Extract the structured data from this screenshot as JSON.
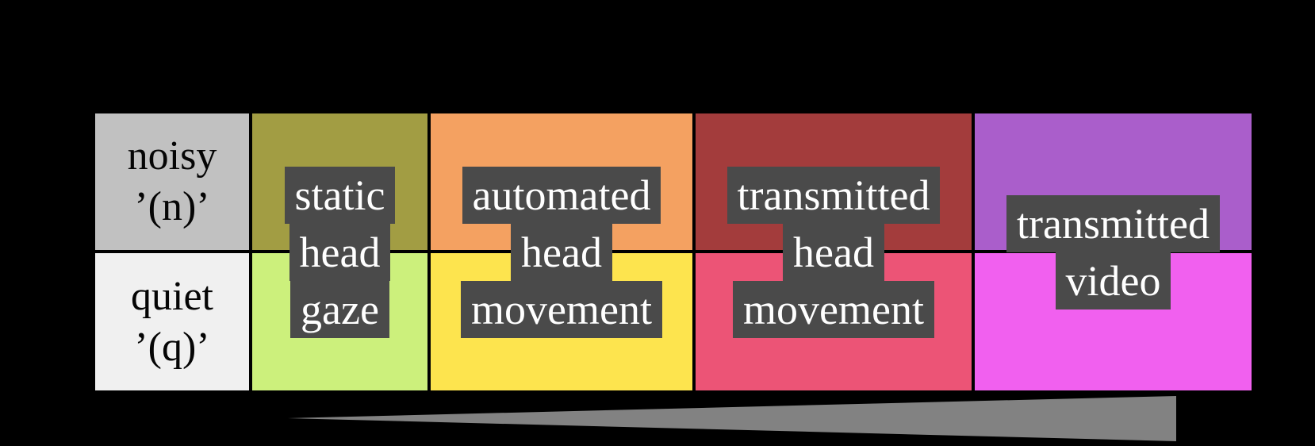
{
  "figure": {
    "description_rows": "noise condition rows",
    "row_headers": [
      {
        "id": "noisy",
        "lines": [
          "noisy",
          "’(n)’"
        ],
        "bg": "#c1c1c1"
      },
      {
        "id": "quiet",
        "lines": [
          "quiet",
          "’(q)’"
        ],
        "bg": "#f0f0f0"
      }
    ],
    "conditions": [
      {
        "id": "static-head-gaze",
        "label_lines": [
          "static",
          "head",
          "gaze"
        ],
        "noisy_color": "#a29d43",
        "quiet_color": "#ccf07c"
      },
      {
        "id": "automated-head-movement",
        "label_lines": [
          "automated",
          "head",
          "movement"
        ],
        "noisy_color": "#f4a161",
        "quiet_color": "#fde44e"
      },
      {
        "id": "transmitted-head-movement",
        "label_lines": [
          "transmitted",
          "head",
          "movement"
        ],
        "noisy_color": "#a33c3c",
        "quiet_color": "#ec5476"
      },
      {
        "id": "transmitted-video",
        "label_lines": [
          "transmitted",
          "video"
        ],
        "noisy_color": "#aa5ecb",
        "quiet_color": "#f160ef"
      }
    ],
    "label_box_color": "#4a4a4a",
    "label_text_color": "#ffffff",
    "wedge_color": "#828282",
    "background": "#000000"
  }
}
